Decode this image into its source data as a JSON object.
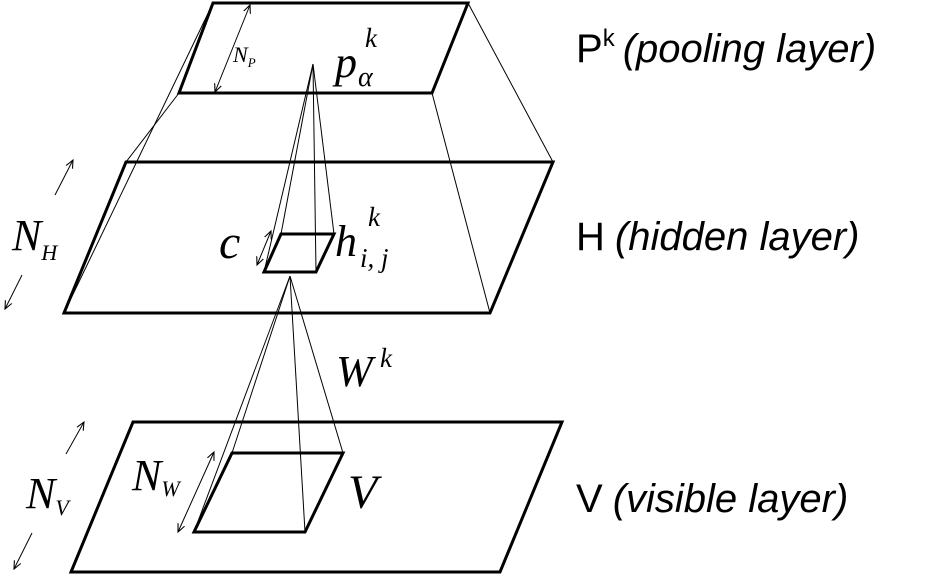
{
  "layers": {
    "pooling": {
      "symbol": "P",
      "superscript": "k",
      "description": "(pooling layer)"
    },
    "hidden": {
      "symbol": "H",
      "description": "(hidden layer)"
    },
    "visible": {
      "symbol": "V",
      "description": "(visible layer)"
    }
  },
  "math_labels": {
    "n_p": {
      "base": "N",
      "sub": "P"
    },
    "p_alpha": {
      "base": "p",
      "sub": "α",
      "sup": "k"
    },
    "n_h": {
      "base": "N",
      "sub": "H"
    },
    "c": {
      "base": "c"
    },
    "h_ij": {
      "base": "h",
      "sub": "i, j",
      "sup": "k"
    },
    "w_k": {
      "base": "W",
      "sup": "k"
    },
    "n_v": {
      "base": "N",
      "sub": "V"
    },
    "n_w": {
      "base": "N",
      "sub": "W"
    },
    "v": {
      "base": "V"
    }
  },
  "colors": {
    "stroke": "#000000",
    "background": "#ffffff"
  }
}
